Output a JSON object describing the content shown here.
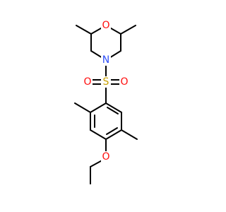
{
  "molecule": {
    "atoms": [
      {
        "id": "O_morph",
        "label": "O",
        "color": "#ff0d0d"
      },
      {
        "id": "N_morph",
        "label": "N",
        "color": "#3050f8"
      },
      {
        "id": "S",
        "label": "S",
        "color": "#c8a000"
      },
      {
        "id": "O_s1",
        "label": "O",
        "color": "#ff0d0d"
      },
      {
        "id": "O_s2",
        "label": "O",
        "color": "#ff0d0d"
      },
      {
        "id": "O_eth",
        "label": "O",
        "color": "#ff0d0d"
      }
    ]
  }
}
